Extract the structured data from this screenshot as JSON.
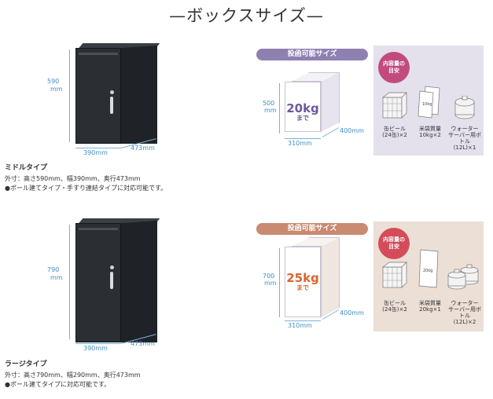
{
  "page": {
    "title": "—ボックスサイズ—"
  },
  "middle": {
    "cabinet": {
      "height": "590",
      "width": "390mm",
      "depth": "473mm",
      "unit": "mm"
    },
    "pill": "投函可能サイズ",
    "box": {
      "height": "500",
      "unit": "mm",
      "width": "310mm",
      "depth": "400mm",
      "weight": "20kg",
      "weight_suffix": "まで"
    },
    "badge": [
      "内容量の",
      "目安"
    ],
    "items": [
      {
        "icon": "beer-cans-icon",
        "line1": "缶ビール",
        "line2": "(24缶)×2"
      },
      {
        "icon": "rice-bags-icon",
        "line1": "米袋質量",
        "line2": "10kg×2"
      },
      {
        "icon": "water-bottle-icon",
        "line1": "ウォーター",
        "line2": "サーバー用ボトル",
        "line3": "(12L)×1"
      }
    ],
    "name": "ミドルタイプ",
    "spec": "外寸：高さ590mm、幅390mm、奥行473mm",
    "note": "●ポール建てタイプ・手すり連結タイプに対応可能です。"
  },
  "large": {
    "cabinet": {
      "height": "790",
      "width": "390mm",
      "depth": "473mm",
      "unit": "mm"
    },
    "pill": "投函可能サイズ",
    "box": {
      "height": "700",
      "unit": "mm",
      "width": "310mm",
      "depth": "400mm",
      "weight": "25kg",
      "weight_suffix": "まで"
    },
    "badge": [
      "内容量の",
      "目安"
    ],
    "items": [
      {
        "icon": "beer-cans-icon",
        "line1": "缶ビール",
        "line2": "(24缶)×2"
      },
      {
        "icon": "rice-bag-icon",
        "line1": "米袋質量",
        "line2": "20kg×1"
      },
      {
        "icon": "water-bottles-icon",
        "line1": "ウォーター",
        "line2": "サーバー用ボトル",
        "line3": "(12L)×2"
      }
    ],
    "name": "ラージタイプ",
    "spec": "外寸：高さ790mm、幅290mm、奥行473mm",
    "note": "●ポール建てタイプに対応可能です。"
  },
  "colors": {
    "dim_blue": "#3f8fc3",
    "middle_pill": "#8f80b2",
    "middle_panel": "#e4e0ec",
    "middle_badge": "#c24b7e",
    "middle_kg": "#6b5a9a",
    "large_pill": "#c88a70",
    "large_panel": "#ecdfd6",
    "large_badge": "#d44c5a",
    "large_kg": "#d9652e"
  }
}
